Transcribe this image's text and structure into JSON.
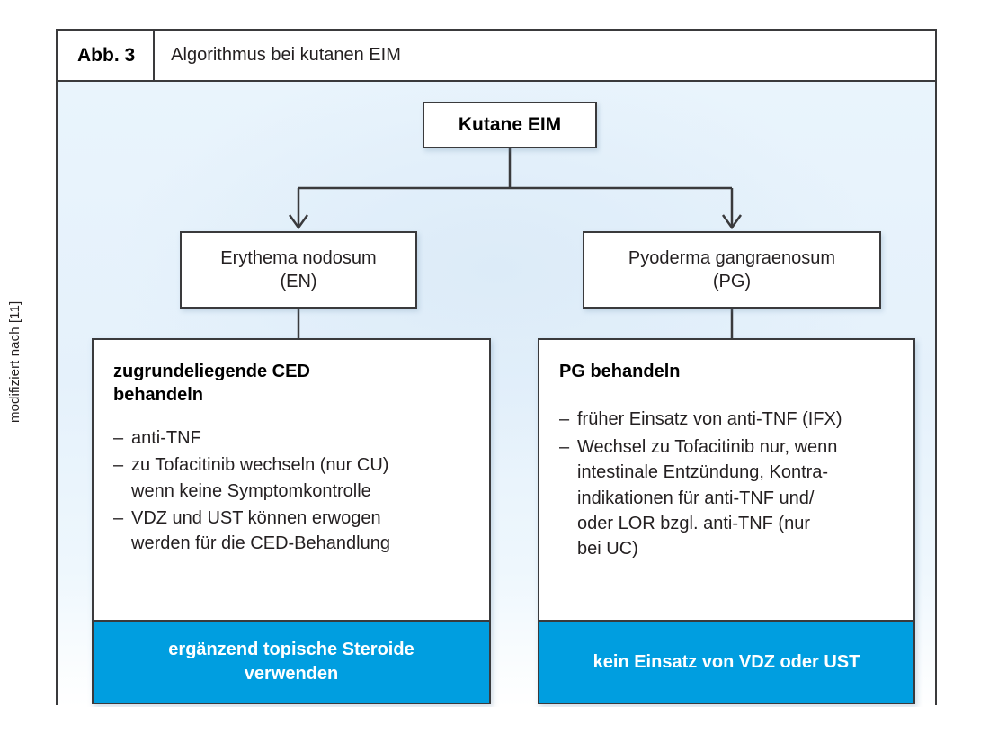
{
  "credit": "modifiziert nach [11]",
  "figure": {
    "label": "Abb. 3",
    "title": "Algorithmus bei kutanen EIM"
  },
  "colors": {
    "accent": "#009ee0",
    "border": "#3a3a3c",
    "canvas_top": "#e9f4fc",
    "canvas_bottom": "#ffffff",
    "text": "#231f20"
  },
  "flowchart": {
    "type": "flowchart",
    "root": {
      "label": "Kutane EIM"
    },
    "branches": [
      {
        "id": "en",
        "title_line1": "Erythema nodosum",
        "title_line2": "(EN)",
        "panel_heading": "zugrundeliegende CED\nbehandeln",
        "bullets": [
          "anti-TNF",
          "zu Tofacitinib wechseln (nur CU)\nwenn keine Symptomkontrolle",
          "VDZ und UST können erwogen\nwerden für die CED-Behandlung"
        ],
        "accent_text": "ergänzend topische Steroide\nverwenden"
      },
      {
        "id": "pg",
        "title_line1": "Pyoderma gangraenosum",
        "title_line2": "(PG)",
        "panel_heading": "PG behandeln",
        "bullets": [
          "früher Einsatz von anti-TNF (IFX)",
          "Wechsel zu Tofacitinib nur, wenn\nintestinale Entzündung, Kontra-\nindikationen für anti-TNF und/\noder LOR bzgl. anti-TNF (nur\nbei UC)"
        ],
        "accent_text": "kein Einsatz von VDZ oder UST"
      }
    ]
  }
}
